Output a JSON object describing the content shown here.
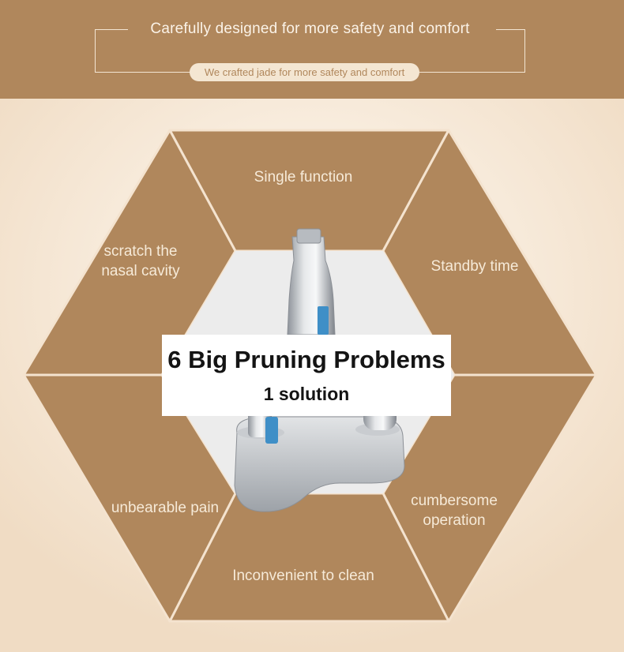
{
  "header": {
    "title": "Carefully designed for more safety and comfort",
    "subtitle": "We crafted jade for more safety and comfort"
  },
  "segments": {
    "top": "Single function",
    "upper_left_line1": "scratch the",
    "upper_left_line2": "nasal cavity",
    "upper_right": "Standby time",
    "lower_left": "unbearable pain",
    "lower_right_line1": "cumbersome",
    "lower_right_line2": "operation",
    "bottom": "Inconvenient to clean"
  },
  "banner": {
    "title": "6 Big Pruning Problems",
    "subtitle": "1 solution"
  },
  "colors": {
    "brand_brown": "#b0875c",
    "background_cream": "#f4e3cf",
    "label_text": "#f6ead8"
  }
}
